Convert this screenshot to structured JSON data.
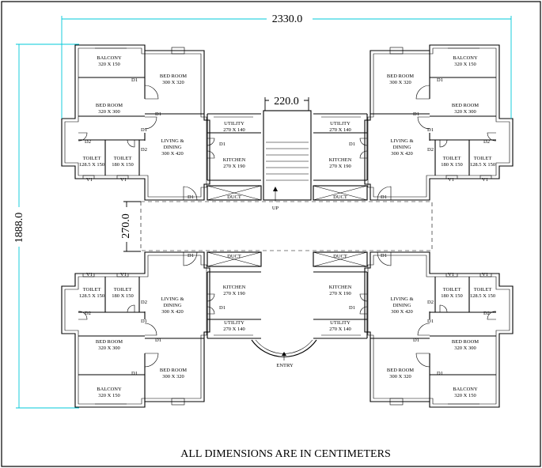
{
  "dimensions": {
    "overall_width": "2330.0",
    "overall_height": "1888.0",
    "stair_width": "220.0",
    "corridor_width": "270.0"
  },
  "note": "ALL DIMENSIONS ARE IN CENTIMETERS",
  "rooms": {
    "balcony": "BALCONY",
    "balcony_size": "320 X 150",
    "bedroom": "BED ROOM",
    "bedroom1_size": "320 X 300",
    "bedroom2_size": "300 X 320",
    "living": "LIVING &",
    "dining": "DINING",
    "living_size": "300 X 420",
    "utility": "UTILITY",
    "utility_size": "270 X 140",
    "kitchen": "KITCHEN",
    "kitchen_size": "270 X 190",
    "toilet": "TOILET",
    "toilet1_size": "128.5 X 150",
    "toilet2_size": "180 X 150",
    "duct": "DUCT"
  },
  "doors": {
    "d1": "D1",
    "d2": "D2",
    "v1": "V1"
  },
  "stair": {
    "up": "UP",
    "entry": "ENTRY"
  }
}
